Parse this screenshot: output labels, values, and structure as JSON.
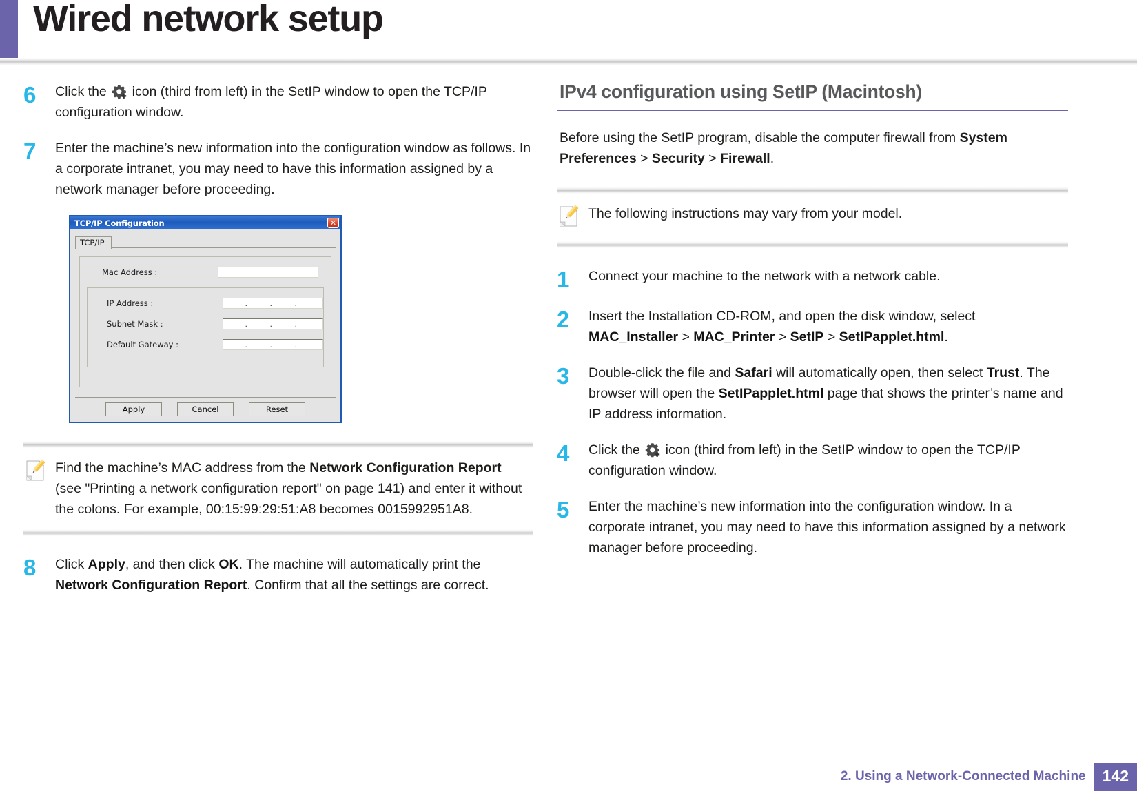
{
  "header": {
    "title": "Wired network setup",
    "accent_color": "#6b64ab"
  },
  "left_column": {
    "steps": [
      {
        "num": "6",
        "parts": [
          {
            "t": "Click the ",
            "b": false
          },
          {
            "t": "__GEAR_ICON__",
            "b": false
          },
          {
            "t": " icon (third from left) in the SetIP window to open the TCP/IP configuration window.",
            "b": false
          }
        ]
      },
      {
        "num": "7",
        "parts": [
          {
            "t": "Enter the machine’s new information into the configuration window as follows. In a corporate intranet, you may need to have this information assigned by a network manager before proceeding.",
            "b": false
          }
        ]
      },
      {
        "num": "8",
        "parts": [
          {
            "t": "Click ",
            "b": false
          },
          {
            "t": "Apply",
            "b": true
          },
          {
            "t": ", and then click ",
            "b": false
          },
          {
            "t": "OK",
            "b": true
          },
          {
            "t": ". The machine will automatically print the ",
            "b": false
          },
          {
            "t": "Network Configuration Report",
            "b": true
          },
          {
            "t": ". Confirm that all the settings are correct.",
            "b": false
          }
        ]
      }
    ],
    "note": {
      "icon": "note-pencil-icon",
      "parts": [
        {
          "t": "Find the machine’s MAC address from the ",
          "b": false
        },
        {
          "t": "Network Configuration Report",
          "b": true
        },
        {
          "t": " (see \"Printing a network configuration report\" on page 141) and enter it without the colons. For example, 00:15:99:29:51:A8 becomes 0015992951A8.",
          "b": false
        }
      ]
    }
  },
  "dialog": {
    "title": "TCP/IP Configuration",
    "close_label": "✕",
    "tab": "TCP/IP",
    "fields": [
      {
        "label": "Mac Address :",
        "value": "",
        "type": "text"
      },
      {
        "label": "IP Address :",
        "value": ".  .  .",
        "type": "ip"
      },
      {
        "label": "Subnet Mask :",
        "value": ".  .  .",
        "type": "ip"
      },
      {
        "label": "Default Gateway :",
        "value": ".  .  .",
        "type": "ip"
      }
    ],
    "buttons": [
      "Apply",
      "Cancel",
      "Reset"
    ]
  },
  "right_column": {
    "heading": "IPv4 configuration using SetIP (Macintosh)",
    "intro_parts": [
      {
        "t": "Before using the SetIP program, disable the computer firewall from ",
        "b": false
      },
      {
        "t": "System Preferences",
        "b": true
      },
      {
        "t": " > ",
        "b": false
      },
      {
        "t": "Security",
        "b": true
      },
      {
        "t": " > ",
        "b": false
      },
      {
        "t": "Firewall",
        "b": true
      },
      {
        "t": ".",
        "b": false
      }
    ],
    "note": {
      "icon": "note-pencil-icon",
      "parts": [
        {
          "t": "The following instructions may vary from your model.",
          "b": false
        }
      ]
    },
    "steps": [
      {
        "num": "1",
        "parts": [
          {
            "t": "Connect your machine to the network with a network cable.",
            "b": false
          }
        ]
      },
      {
        "num": "2",
        "parts": [
          {
            "t": "Insert the Installation CD-ROM, and open the disk window, select ",
            "b": false
          },
          {
            "t": "MAC_Installer",
            "b": true
          },
          {
            "t": " > ",
            "b": false
          },
          {
            "t": "MAC_Printer",
            "b": true
          },
          {
            "t": " > ",
            "b": false
          },
          {
            "t": "SetIP",
            "b": true
          },
          {
            "t": " > ",
            "b": false
          },
          {
            "t": "SetIPapplet.html",
            "b": true
          },
          {
            "t": ".",
            "b": false
          }
        ]
      },
      {
        "num": "3",
        "parts": [
          {
            "t": "Double-click the file and ",
            "b": false
          },
          {
            "t": "Safari",
            "b": true
          },
          {
            "t": " will automatically open, then select ",
            "b": false
          },
          {
            "t": "Trust",
            "b": true
          },
          {
            "t": ". The browser will open the ",
            "b": false
          },
          {
            "t": "SetIPapplet.html",
            "b": true
          },
          {
            "t": " page that shows the printer’s name and IP address information.",
            "b": false
          }
        ]
      },
      {
        "num": "4",
        "parts": [
          {
            "t": "Click the ",
            "b": false
          },
          {
            "t": "__GEAR_ICON__",
            "b": false
          },
          {
            "t": " icon (third from left) in the SetIP window to open the TCP/IP configuration window.",
            "b": false
          }
        ]
      },
      {
        "num": "5",
        "parts": [
          {
            "t": "Enter the machine’s new information into the configuration window. In a corporate intranet, you may need to have this information assigned by a network manager before proceeding.",
            "b": false
          }
        ]
      }
    ]
  },
  "footer": {
    "chapter": "2.  Using a Network-Connected Machine",
    "page": "142"
  }
}
